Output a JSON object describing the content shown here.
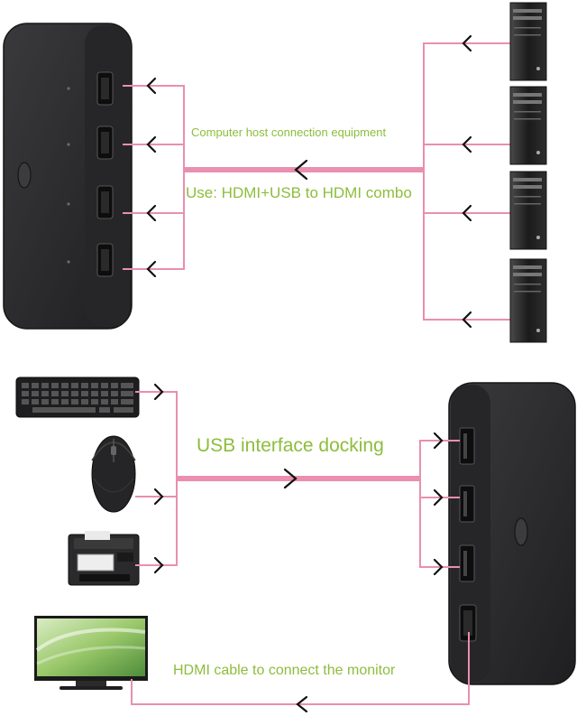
{
  "colors": {
    "line": "#e98fb0",
    "label_text": "#8dbd3c",
    "device_body": "#2c2c2e",
    "device_edge": "#1a1a1b",
    "port": "#0e0e0f",
    "arrow": "#111111"
  },
  "labels": {
    "host_connection": "Computer host connection equipment",
    "use_combo": "Use: HDMI+USB to HDMI combo",
    "usb_docking": "USB interface docking",
    "hdmi_monitor": "HDMI cable to connect the monitor"
  },
  "devices": {
    "top_switch": {
      "ports": 4,
      "port_type": "HDMI"
    },
    "bottom_switch": {
      "usb_ports": 3,
      "hdmi_ports": 1
    },
    "computers": 4,
    "peripherals": [
      "keyboard",
      "mouse",
      "printer"
    ],
    "display": "monitor"
  },
  "icons": {
    "arrow": "chevron-left-icon",
    "computer": "tower-pc-icon",
    "keyboard": "keyboard-icon",
    "mouse": "mouse-icon",
    "printer": "printer-icon",
    "monitor": "monitor-icon"
  }
}
